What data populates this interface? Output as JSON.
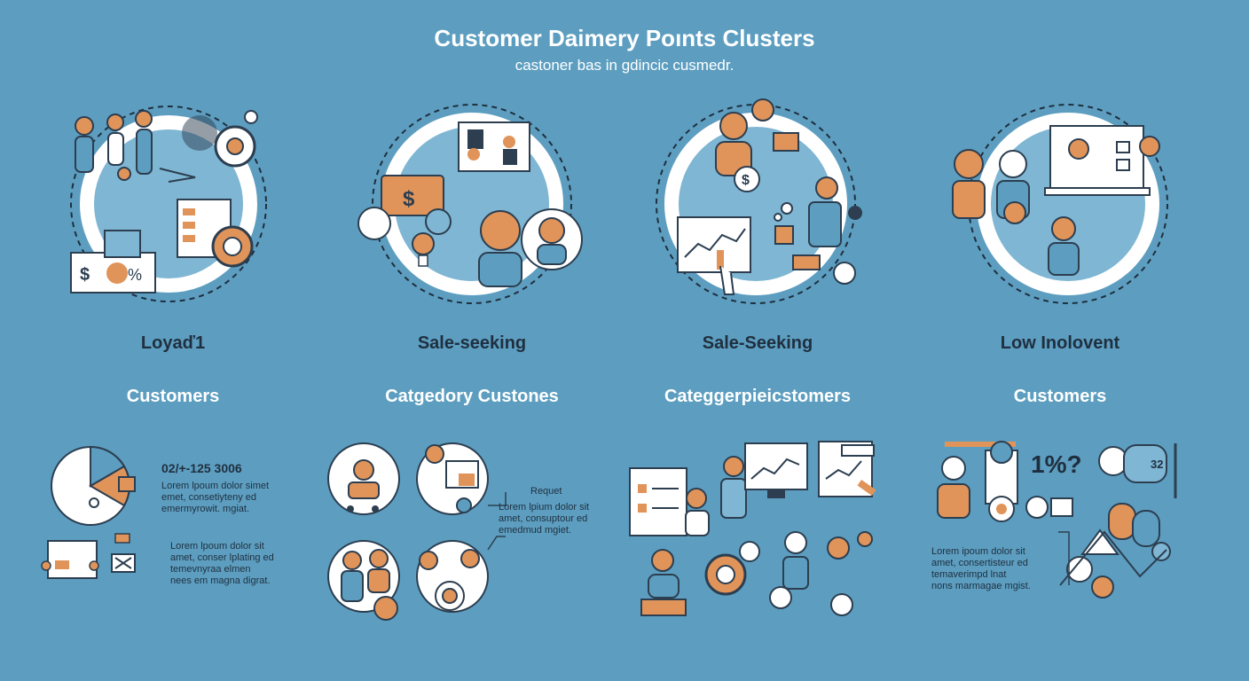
{
  "header": {
    "title": "Customer Daimery Poınts Clusters",
    "subtitle": "castoner bas in gdincic cusmedr."
  },
  "clusters": [
    {
      "label": "Loyaď1",
      "sublabel": "Customers"
    },
    {
      "label": "Sale-seeking",
      "sublabel": "Catgedory Custones"
    },
    {
      "label": "Sale-Seeking",
      "sublabel": "Categgerpieicstomers"
    },
    {
      "label": "Low Inolovent",
      "sublabel": "Customers"
    }
  ],
  "details": {
    "loyal": {
      "phone": "02/+-125 3006",
      "text1": "Lorem lpoum dolor simet\nemet, consetiyteny ed\nemermyrowit. mgiat.",
      "text2": "Lorem lpoum dolor sit\namet, conser lplating ed\ntemevnyraa elmen\nnees em magna digrat."
    },
    "sale_seeking": {
      "note": "Requet",
      "text": "Lorem lpium dolor sit\namet, consuptour ed\nemedmud mgiet."
    },
    "low_involvement": {
      "symbols": "1%?",
      "badge": "32",
      "text": "Lorem ipoum dolor sit\namet, consertisteur ed\ntemaverimpd lnat\nnons marmagae mgist."
    }
  },
  "colors": {
    "background": "#5d9ec0",
    "accent": "#e0945a",
    "outline": "#2c3e50",
    "circle": "#7fb6d3",
    "ring": "#ffffff"
  }
}
